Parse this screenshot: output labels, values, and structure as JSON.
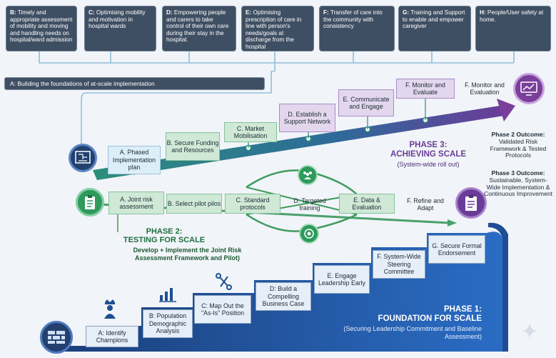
{
  "objectives": [
    {
      "letter": "B:",
      "text": "Timely and appropriate assessment of mobility and moving and handling needs on hospital/ward admission"
    },
    {
      "letter": "C:",
      "text": "Optimising mobility and motivation in hospital wards"
    },
    {
      "letter": "D:",
      "text": "Empowering people and carers to take control of their own care during their stay in the hospital."
    },
    {
      "letter": "E:",
      "text": "Optimising prescription of care in line with person's needs/goals at discharge from the hospital"
    },
    {
      "letter": "F:",
      "text": "Transfer of care into the community with consistency"
    },
    {
      "letter": "G:",
      "text": "Training and Support to enable and empower caregiver"
    },
    {
      "letter": "H:",
      "text": "People/User safety at home."
    }
  ],
  "foundation_bar": "A: Building the foundations of at-scale implementation",
  "phase3": {
    "title_line1": "PHASE 3:",
    "title_line2": "ACHIEVING SCALE",
    "subtitle": "(System-wide roll out)",
    "steps": [
      "A. Phased Implementation plan",
      "B. Secure Funding and Resources",
      "C. Market Mobilisation",
      "D. Establish a Support Network",
      "E. Communicate and Engage",
      "F. Monitor and Evaluate",
      "F. Monitor and Evaluation"
    ]
  },
  "phase2": {
    "title_line1": "PHASE 2:",
    "title_line2": "TESTING FOR SCALE",
    "subtitle": "Develop + Implement the Joint Risk Assessment Framework and Pilot)",
    "steps": [
      "A. Joint risk assessment",
      "B. Select pilot pilos",
      "C. Standard protocols",
      "D. Targeted training",
      "E. Data & Evaluation",
      "F. Refine and Adapt"
    ]
  },
  "phase1": {
    "title_line1": "PHASE 1:",
    "title_line2": "FOUNDATION FOR SCALE",
    "subtitle": "(Securing Leadership Commitment and Baseline Assessment)",
    "steps": [
      "A: Identify Champions",
      "B: Population Demographic Analysis",
      "C: Map Out the \"As-Is\" Position",
      "D: Build a Compelling Business Case",
      "E. Engage Leadership Early",
      "F. System-Wide Steering Committee",
      "G. Secure Formal Endorsement"
    ]
  },
  "outcomes": {
    "phase2_title": "Phase 2 Outcome:",
    "phase2_text": "Validated Risk Framework & Tested Protocols",
    "phase3_title": "Phase 3 Outcome:",
    "phase3_text": "Sustainable, System-Wide Implementation & Continuous Improvement"
  },
  "colors": {
    "navy": "#23406e",
    "green": "#2e9a5b",
    "purple": "#7a3f9a",
    "blue": "#1f5aa8",
    "topbox": "#3f4f63"
  },
  "icons": [
    "blueprint-icon",
    "clipboard-icon",
    "chart-icon",
    "people-icon",
    "crown-person-icon",
    "bar-chart-icon",
    "route-icon",
    "brick-wall-icon",
    "monitor-chart-icon",
    "sparkle-icon"
  ]
}
